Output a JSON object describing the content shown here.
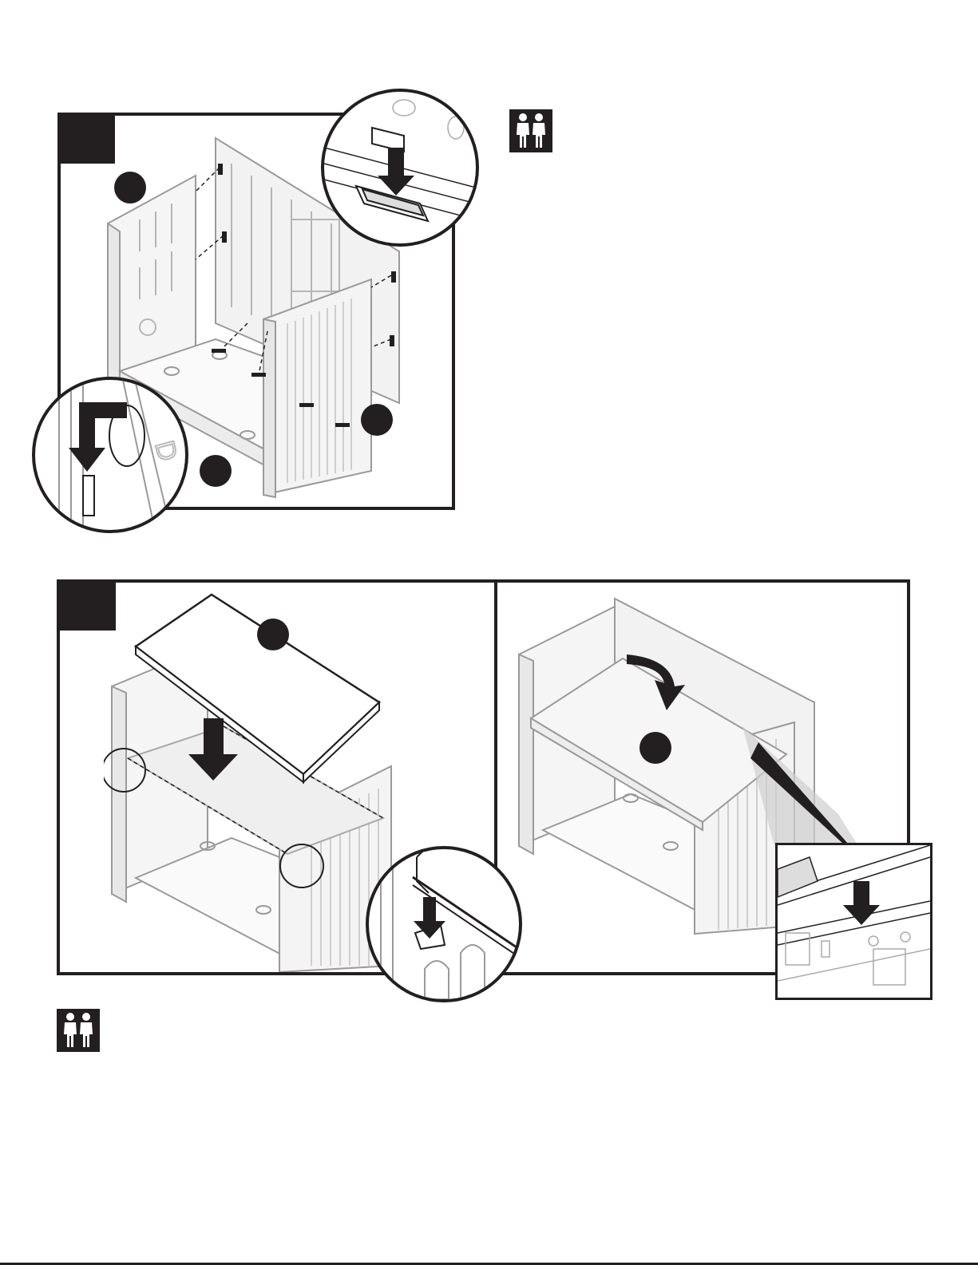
{
  "page": {
    "background": "#ffffff",
    "ink_color": "#231f20",
    "part_gray": "#9a9a9a"
  },
  "step_a": {
    "icon": "two-person-icon",
    "callout_count": 3,
    "detail_views": [
      "hook-into-slot-detail",
      "hinge-drop-detail"
    ]
  },
  "step_b": {
    "icon": "two-person-icon",
    "callout_count": 2,
    "detail_views": [
      "shelf-rest-detail",
      "shelf-lock-detail"
    ]
  }
}
